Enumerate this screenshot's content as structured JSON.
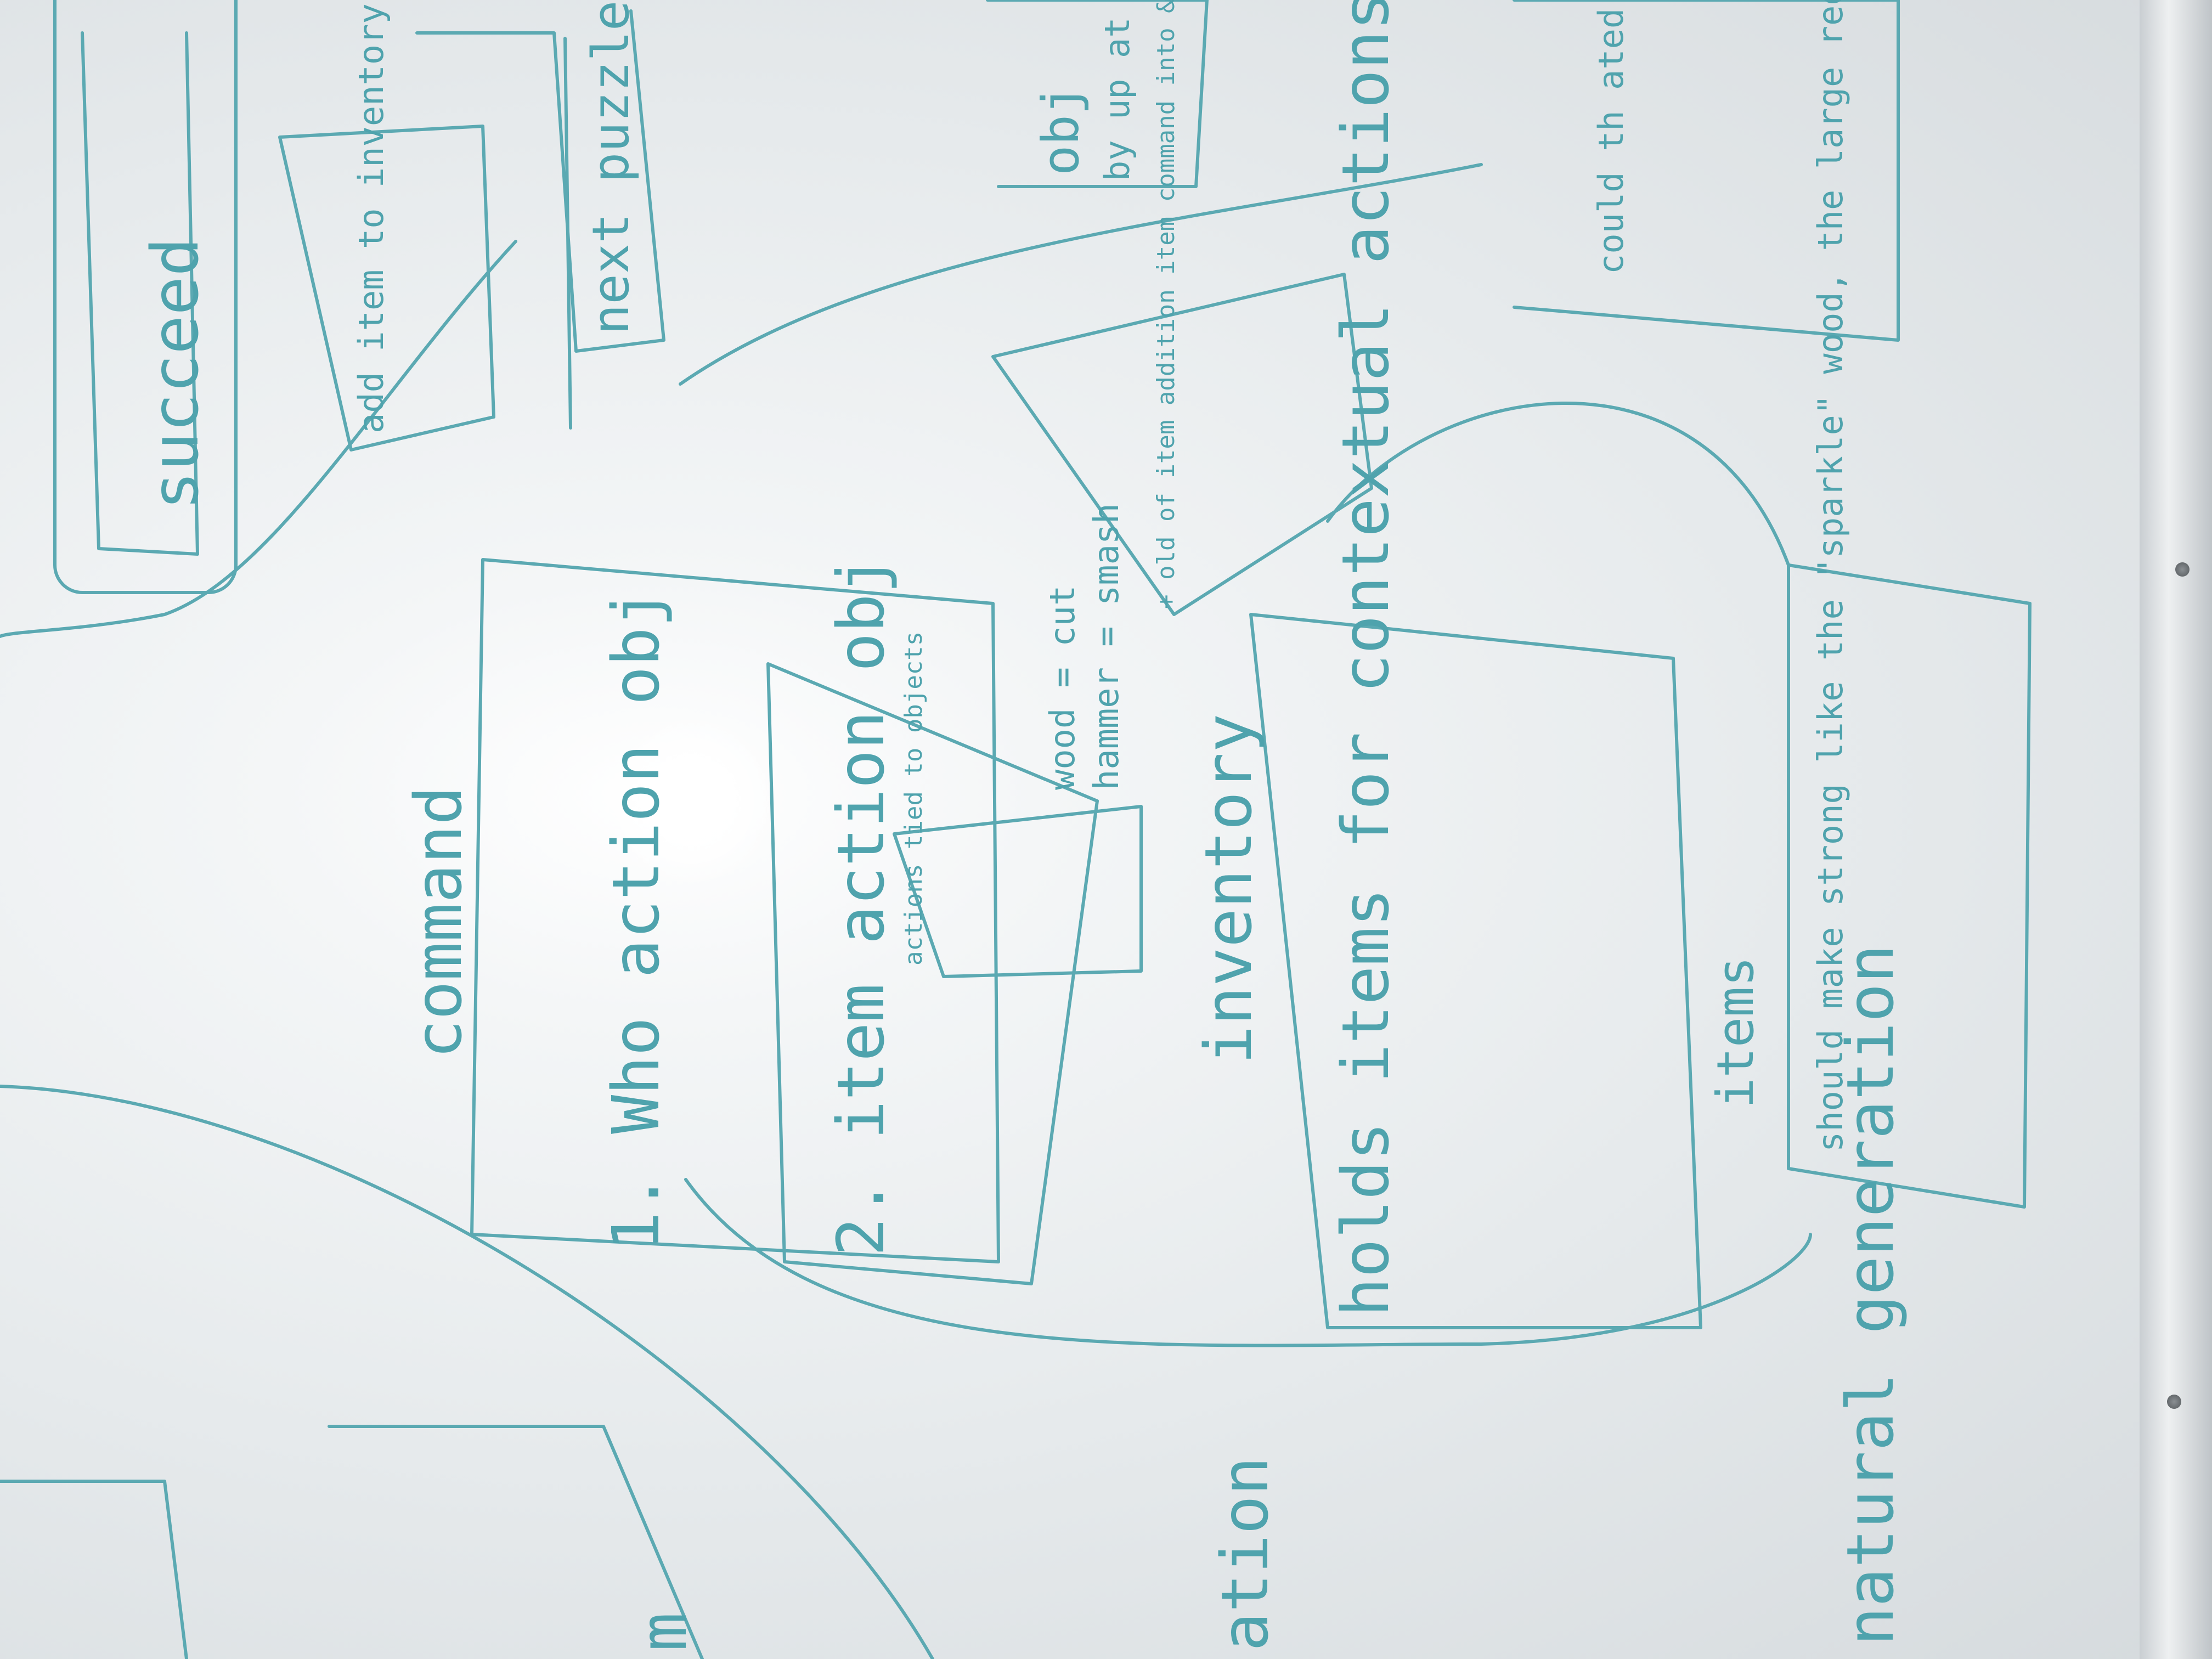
{
  "whiteboard": {
    "notes": {
      "succeed": "succeed",
      "add_item": "add item to inventory",
      "next_puzzle": "next puzzle",
      "command": "command",
      "who_action_obj": "1. Who action obj",
      "item_action_obj": "2. item action obj",
      "actions_tied": "actions tied to objects",
      "wood_cut": "wood = cut",
      "hammer_smash": "hammer = smash",
      "inventory": "inventory",
      "holds_items": "holds items for contextual actions",
      "add_item_list": "+ old of item addition item command into & inputs",
      "items": "items",
      "items_desc": "should make strong like the \"sparkle\" wood, the large red knife",
      "obj": "obj",
      "obj_by": "by up at be",
      "could": "could th ated also should have number of of difficulty folk -> bigger and gen",
      "natural_generation": "natural generation",
      "ation": "ation",
      "m": "m"
    }
  }
}
